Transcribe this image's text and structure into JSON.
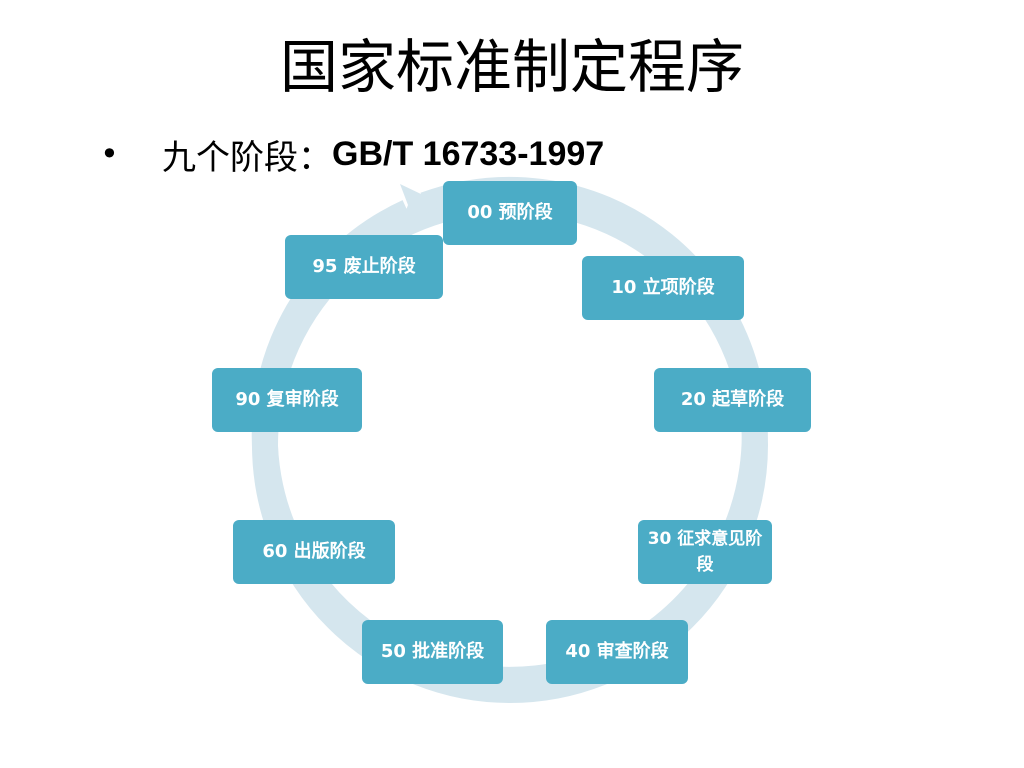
{
  "slide": {
    "title": "国家标准制定程序",
    "bullet": {
      "marker": "•",
      "text_cn": "九个阶段：",
      "text_code": "GB/T 16733-1997"
    }
  },
  "cycle": {
    "ring_color": "#d5e6ee",
    "box_color": "#4bacc6",
    "text_color": "#ffffff",
    "stages": [
      {
        "id": "00",
        "label": "00 预阶段"
      },
      {
        "id": "10",
        "label": "10 立项阶段"
      },
      {
        "id": "20",
        "label": "20 起草阶段"
      },
      {
        "id": "30",
        "label": "30 征求意见阶段"
      },
      {
        "id": "40",
        "label": "40 审查阶段"
      },
      {
        "id": "50",
        "label": "50 批准阶段"
      },
      {
        "id": "60",
        "label": "60 出版阶段"
      },
      {
        "id": "90",
        "label": "90 复审阶段"
      },
      {
        "id": "95",
        "label": "95 废止阶段"
      }
    ]
  }
}
